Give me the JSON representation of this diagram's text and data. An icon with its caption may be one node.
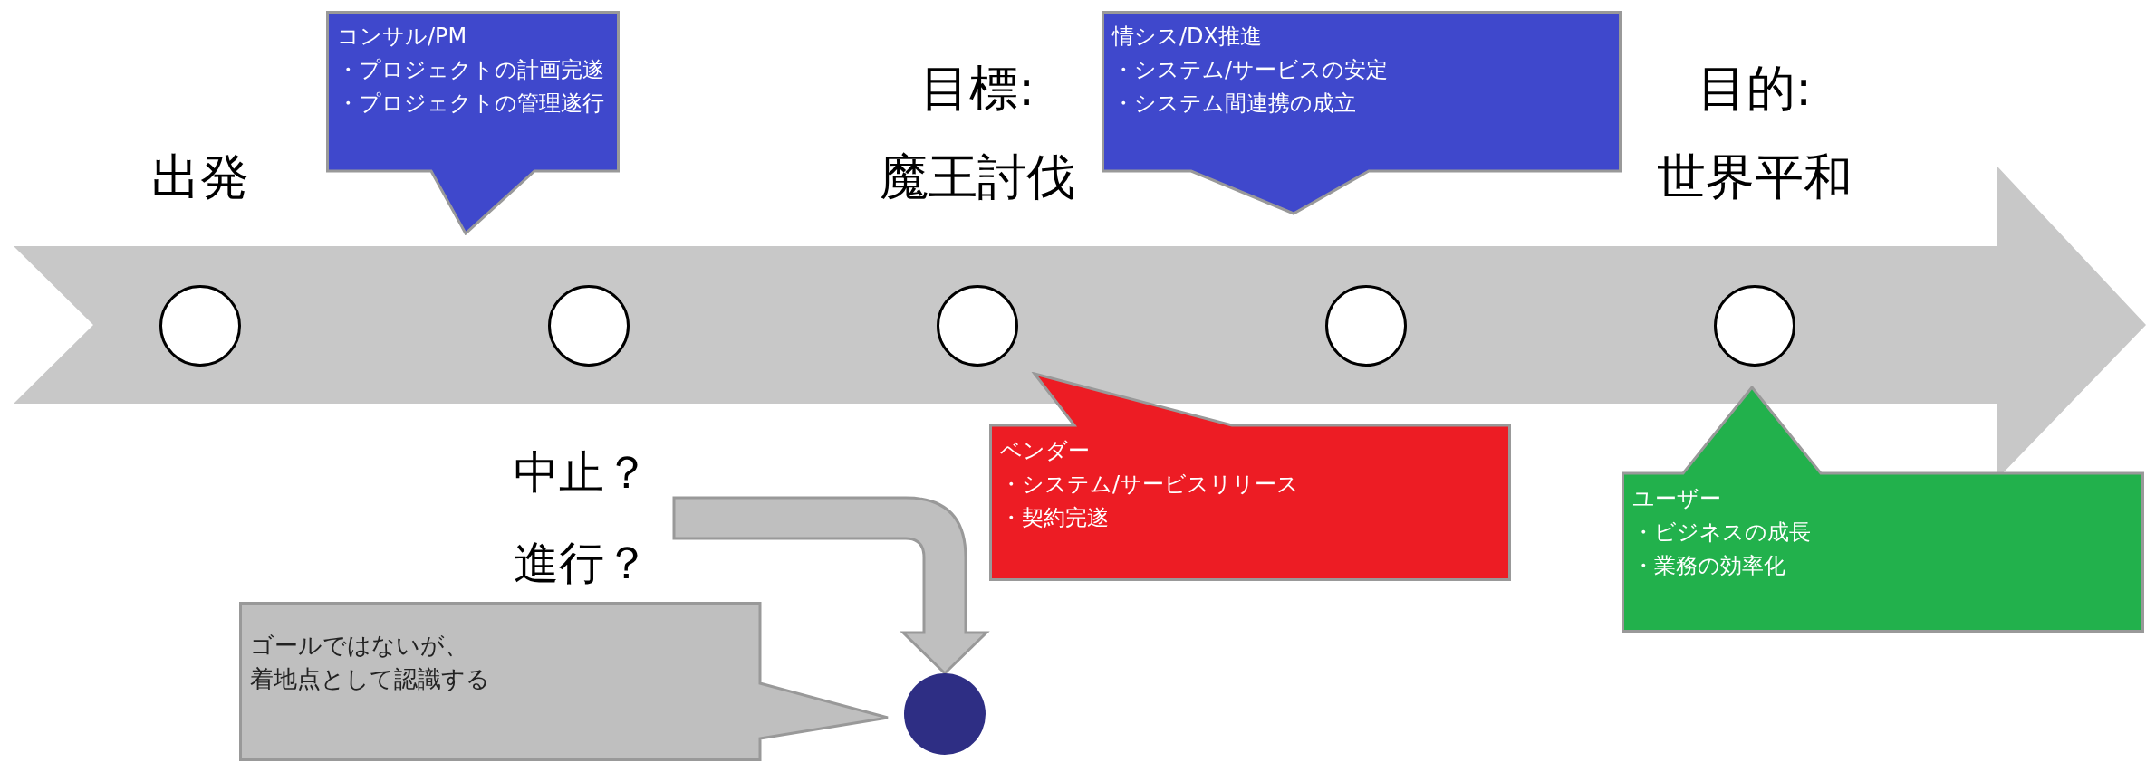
{
  "diagram": {
    "nodes": [
      {
        "text": [],
        "shape": "arrow"
      },
      {
        "text": [
          "コンサル/PM",
          "・プロジェクトの計画完遂",
          "・プロジェクトの管理遂行"
        ]
      },
      {
        "text": [
          "情シス/DX推進",
          "・システム/サービスの安定",
          "・システム間連携の成立"
        ]
      },
      {
        "text": [],
        "shape": "circle",
        "in": 0,
        "beside": [
          "出発"
        ]
      },
      {
        "text": [],
        "shape": "circle",
        "in": 0
      },
      {
        "text": [],
        "shape": "circle",
        "in": 0,
        "beside": [
          "目標:",
          "魔王討伐"
        ]
      },
      {
        "text": [],
        "shape": "circle",
        "in": 0
      },
      {
        "text": [],
        "shape": "circle",
        "in": 0,
        "beside": [
          "目的:",
          "世界平和"
        ]
      },
      {
        "text": [
          "ベンダー",
          "・システム/サービスリリース",
          "・契約完遂"
        ]
      },
      {
        "text": [
          "ユーザー",
          "・ビジネスの成長",
          "・業務の効率化"
        ]
      },
      {
        "text": [
          "中止？",
          "進行？"
        ]
      },
      {
        "text": [
          "ゴールではないが、着地点として認識する"
        ]
      },
      {
        "text": [],
        "shape": "circle"
      }
    ],
    "edges": [
      {
        "from": 10,
        "to": 12,
        "arrow": "to",
        "style": "thick",
        "color": "#bfbfbf"
      }
    ]
  }
}
